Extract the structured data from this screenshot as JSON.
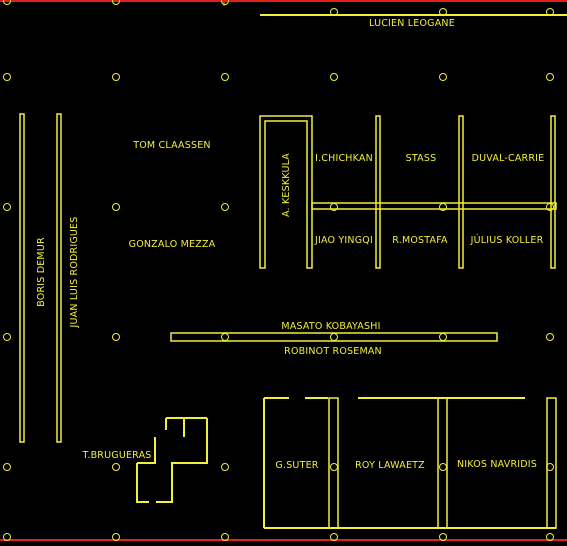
{
  "floorplan": {
    "colors": {
      "background": "#000000",
      "walls": "#f2ee3a",
      "border": "#e0201a"
    },
    "labels": {
      "lucien_leogane": "LUCIEN LEOGANE",
      "tom_claassen": "TOM CLAASSEN",
      "gonzalo_mezza": "GONZALO MEZZA",
      "boris_demur": "BORIS DEMUR",
      "juan_luis_rodrigues": "JUAN LUIS RODRIGUES",
      "a_keskkula": "A. KESKKULA",
      "i_chichkan": "I.CHICHKAN",
      "stass": "STASS",
      "duval_carrie": "DUVAL-CARRIE",
      "jiao_yingqi": "JIAO YINGQI",
      "r_mostafa": "R.MOSTAFA",
      "julius_koller": "JÚLIUS KOLLER",
      "masato_kobayashi": "MASATO KOBAYASHI",
      "robinot_roseman": "ROBINOT ROSEMAN",
      "t_brugueras": "T.BRUGUERAS",
      "g_suter": "G.SUTER",
      "roy_lawaetz": "ROY LAWAETZ",
      "nikos_navridis": "NIKOS NAVRIDIS"
    }
  }
}
